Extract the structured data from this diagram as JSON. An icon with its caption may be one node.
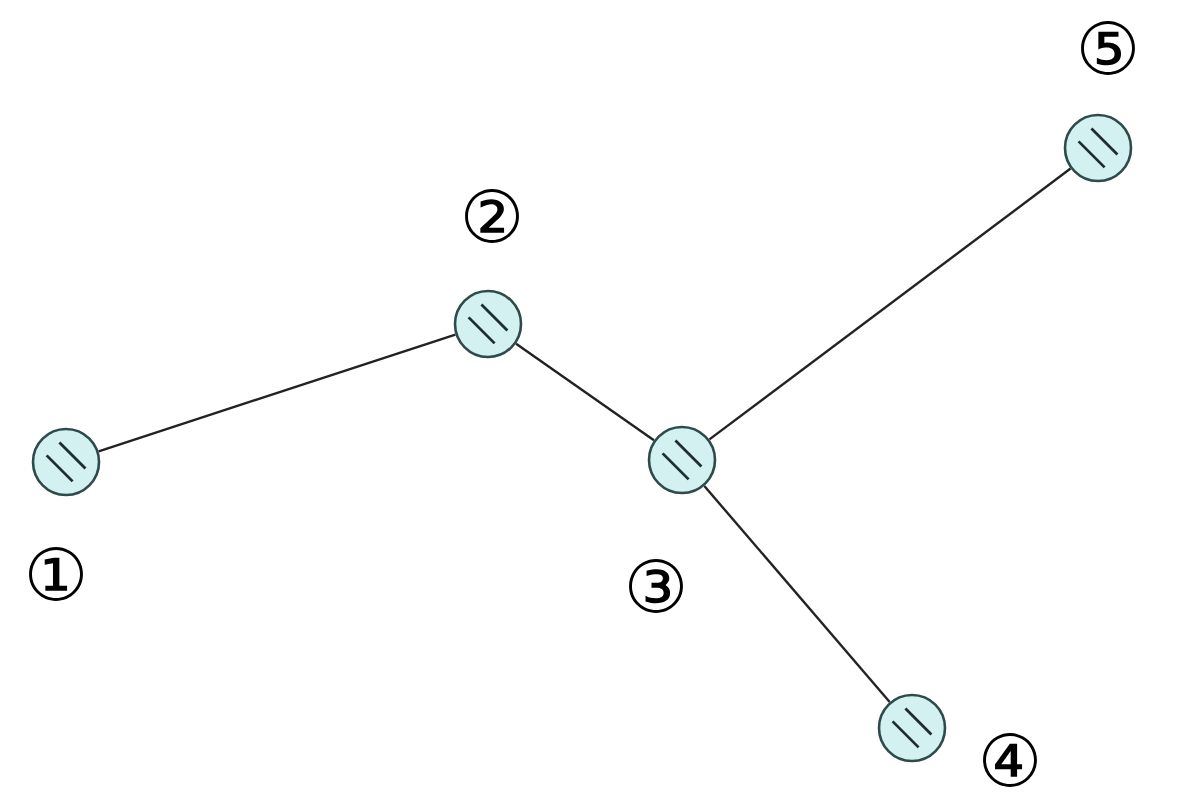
{
  "diagram": {
    "nodes": [
      {
        "text": [],
        "shape": "circle",
        "beside": [
          "①"
        ]
      },
      {
        "text": [],
        "shape": "circle",
        "beside": [
          "②"
        ]
      },
      {
        "text": [],
        "shape": "circle",
        "beside": [
          "③"
        ]
      },
      {
        "text": [],
        "shape": "circle",
        "beside": [
          "④"
        ]
      },
      {
        "text": [],
        "shape": "circle",
        "beside": [
          "⑤"
        ]
      }
    ],
    "edges": [
      {
        "from": 0,
        "to": 1,
        "arrow": "none"
      },
      {
        "from": 1,
        "to": 2,
        "arrow": "none"
      },
      {
        "from": 2,
        "to": 3,
        "arrow": "none"
      },
      {
        "from": 2,
        "to": 4,
        "arrow": "none"
      }
    ]
  }
}
